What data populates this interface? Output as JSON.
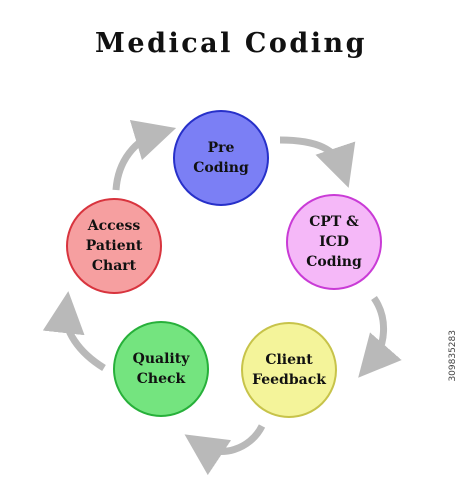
{
  "title": "Medical Coding",
  "nodes": {
    "pre_coding": [
      "Pre Coding"
    ],
    "cpt_icd_coding": [
      "CPT & ICD",
      "Coding"
    ],
    "client_feedback": [
      "Client",
      "Feedback"
    ],
    "quality_check": [
      "Quality",
      "Check"
    ],
    "access_patient_chart": [
      "Access",
      "Patient",
      "Chart"
    ]
  },
  "watermark": "309835283",
  "colors": {
    "arrow": "#b9b9b9",
    "pre_coding_fill": "#7b7ff5",
    "cpt_fill": "#f5b8f8",
    "client_fill": "#f4f49a",
    "quality_fill": "#74e47f",
    "access_fill": "#f69fa0"
  }
}
